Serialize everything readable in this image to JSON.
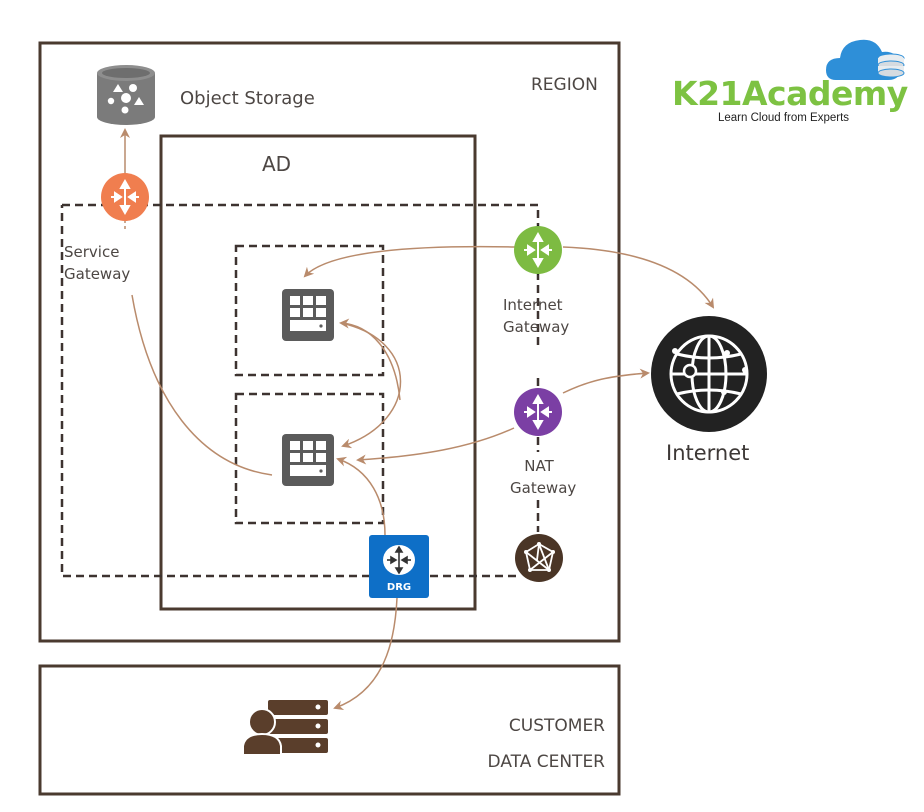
{
  "diagram": {
    "title": "OCI Region network architecture",
    "region_label": "REGION",
    "ad_label": "AD",
    "object_storage_label": "Object Storage",
    "service_gateway_label": [
      "Service",
      "Gateway"
    ],
    "internet_gateway_label": [
      "Internet",
      "Gateway"
    ],
    "nat_gateway_label": [
      "NAT",
      "Gateway"
    ],
    "drg_label": "DRG",
    "internet_label": "Internet",
    "customer_dc_label": [
      "CUSTOMER",
      "DATA CENTER"
    ]
  },
  "logo": {
    "name": "K21Academy",
    "tagline": "Learn Cloud from Experts"
  },
  "colors": {
    "border": "#4a3a2f",
    "arrow": "#b98b6c",
    "service_gateway": "#f07e4f",
    "internet_gateway": "#7dbb42",
    "nat_gateway": "#7b3fa4",
    "drg": "#0e6fc7",
    "peering": "#4a3526",
    "internet_globe": "#222222",
    "compute": "#5b5b5b",
    "storage": "#7b7b7b",
    "logo_green": "#7dc242",
    "logo_blue": "#2e8fd8"
  }
}
